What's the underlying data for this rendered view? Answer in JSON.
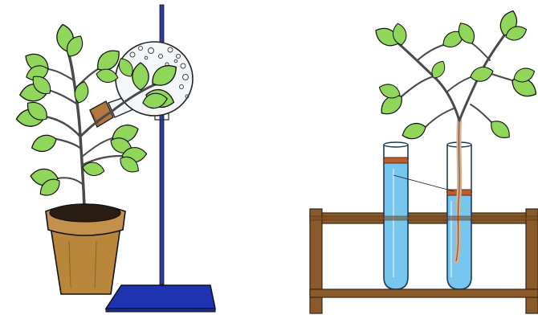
{
  "scene": {
    "left_panel": {
      "objects": [
        "potted-plant",
        "glass-flask",
        "cork-stopper",
        "ring-stand"
      ]
    },
    "right_panel": {
      "objects": [
        "test-tube-rack",
        "test-tube-water",
        "test-tube-with-plant",
        "rooted-plant"
      ]
    }
  },
  "colors": {
    "leaf_fill": "#8fd65a",
    "leaf_outline": "#111111",
    "stem": "#4a4a4a",
    "pot": "#b8873c",
    "soil": "#2a1d12",
    "stand_rod": "#2a3ca0",
    "stand_base": "#1f33b0",
    "water": "#76c6f0",
    "oil_layer": "#bc5c2f",
    "rack_wood": "#8a5a2b",
    "root": "#d8b090",
    "cork": "#b3783f"
  }
}
